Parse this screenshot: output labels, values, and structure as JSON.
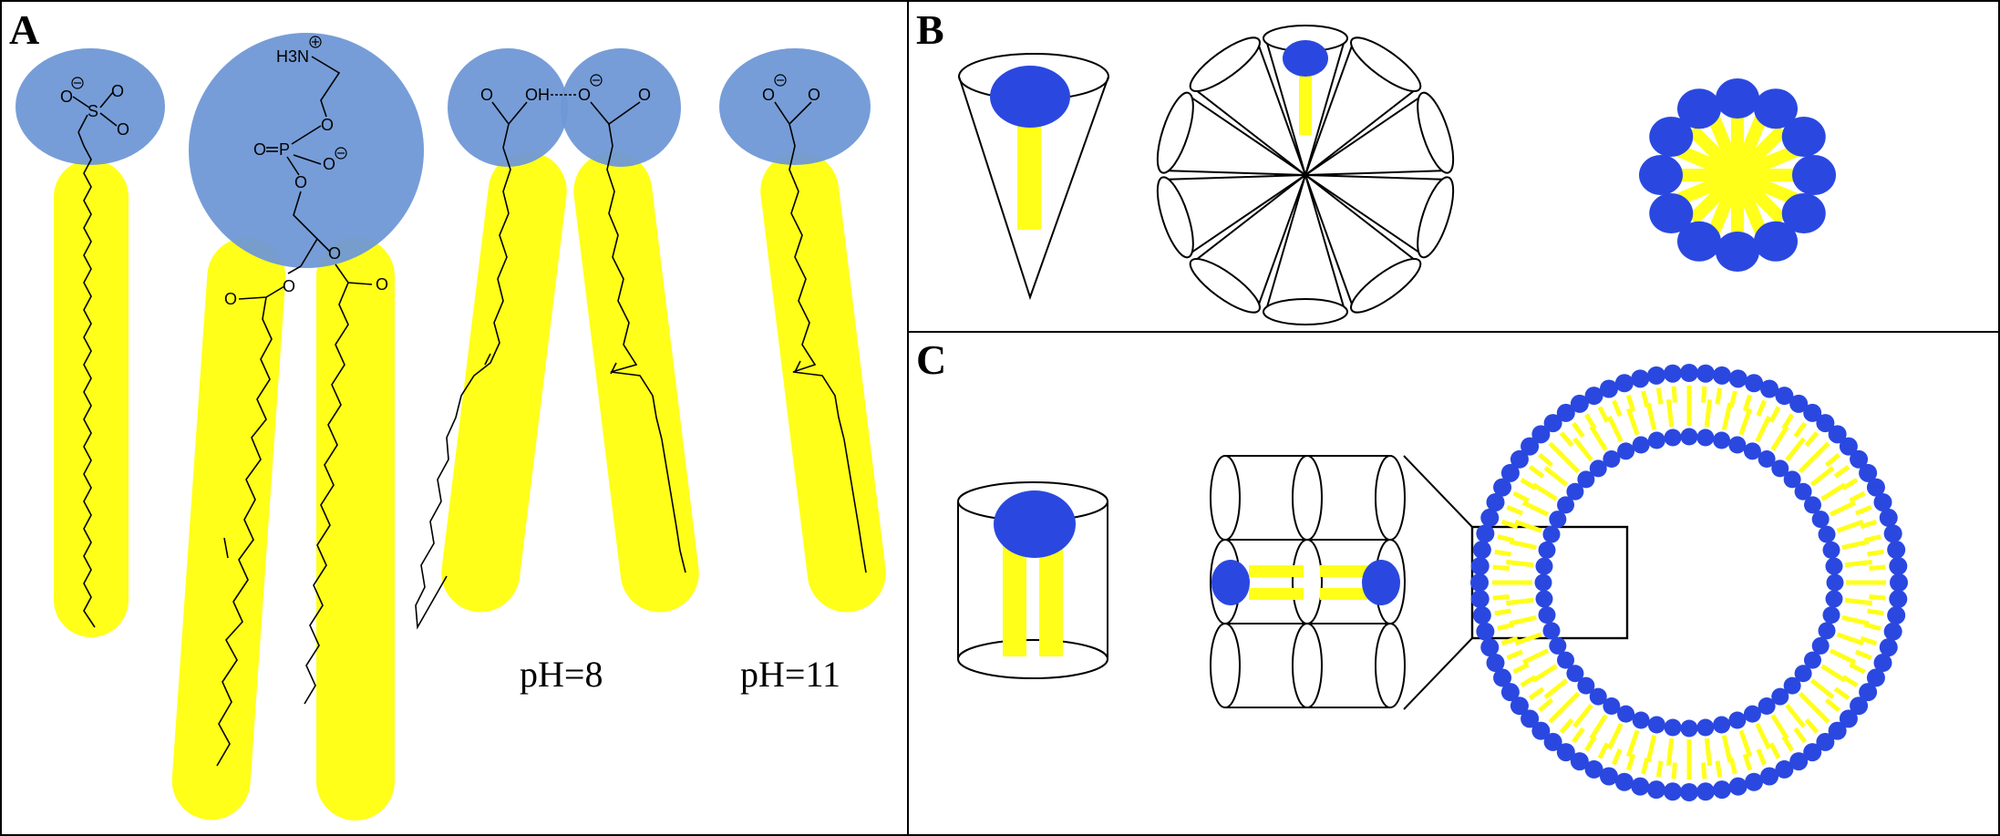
{
  "figure": {
    "panels": [
      {
        "id": "A",
        "label": "A"
      },
      {
        "id": "B",
        "label": "B"
      },
      {
        "id": "C",
        "label": "C"
      }
    ],
    "panel_a": {
      "ph_labels": [
        "pH=8",
        "pH=11"
      ],
      "chem_labels": {
        "sulfonate_o1": "O",
        "sulfonate_o2": "O",
        "sulfonate_o3": "O",
        "sulfonate_s": "S",
        "amine": "H3N",
        "phosphate_p": "P",
        "phosphate_o1": "O",
        "phosphate_o2": "O",
        "phosphate_o3": "O",
        "phosphate_o4": "O",
        "ester_o1": "O",
        "ester_o2": "O",
        "ester_co1": "O",
        "ester_co2": "O",
        "acid_o": "O",
        "acid_oh": "OH",
        "acid_anion_o1": "O",
        "acid_anion_o2": "O",
        "ionized_o1": "O",
        "ionized_o2": "O"
      }
    },
    "colors": {
      "tail": "#ffff1a",
      "head_molecular": "#6f98d6",
      "head_schematic": "#2a48e0",
      "line": "#000000"
    }
  }
}
